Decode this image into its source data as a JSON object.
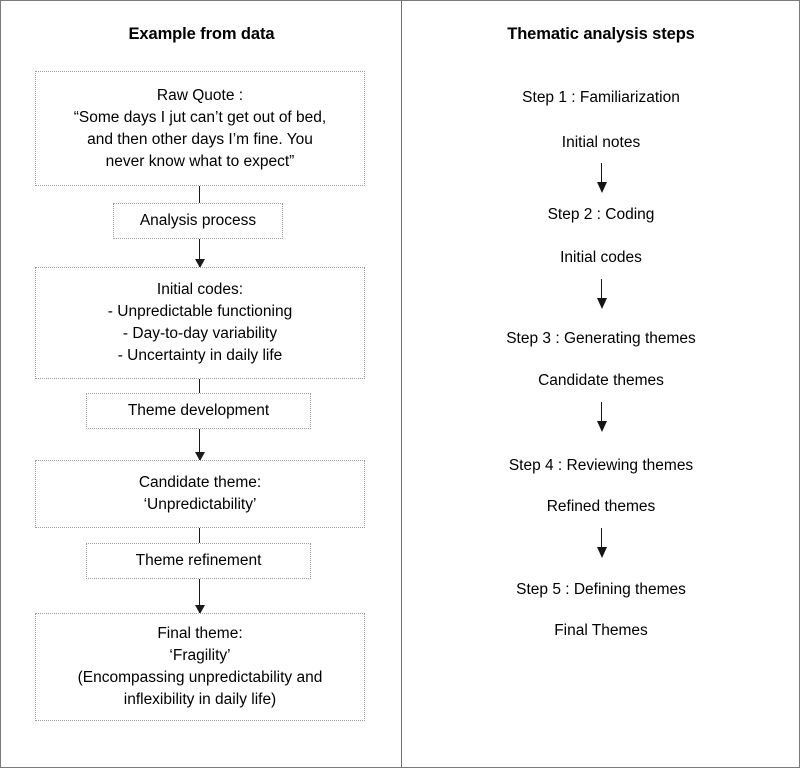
{
  "figure": {
    "left_panel": {
      "title": "Example from data",
      "boxes": [
        {
          "name": "raw-quote",
          "lines": [
            "Raw Quote :",
            "“Some days I jut can’t get out of bed,",
            "and then other days I’m fine. You",
            "never know what to expect”"
          ]
        },
        {
          "name": "analysis-process",
          "lines": [
            "Analysis process"
          ]
        },
        {
          "name": "initial-codes",
          "lines": [
            "Initial codes:",
            "-    Unpredictable functioning",
            "-    Day-to-day variability",
            "-    Uncertainty in daily life"
          ]
        },
        {
          "name": "theme-development",
          "lines": [
            "Theme development"
          ]
        },
        {
          "name": "candidate-theme",
          "lines": [
            "Candidate theme:",
            "‘Unpredictability’"
          ]
        },
        {
          "name": "theme-refinement",
          "lines": [
            "Theme refinement"
          ]
        },
        {
          "name": "final-theme",
          "lines": [
            "Final theme:",
            "‘Fragility’",
            "(Encompassing unpredictability and",
            "inflexibility in daily life)"
          ]
        }
      ]
    },
    "right_panel": {
      "title": "Thematic analysis steps",
      "steps": [
        {
          "label": "Step 1 : Familiarization",
          "output": "Initial notes"
        },
        {
          "label": "Step 2 : Coding",
          "output": "Initial codes"
        },
        {
          "label": "Step 3 : Generating themes",
          "output": "Candidate themes"
        },
        {
          "label": "Step 4 : Reviewing themes",
          "output": "Refined themes"
        },
        {
          "label": "Step 5 : Defining themes",
          "output": "Final Themes"
        }
      ]
    },
    "colors": {
      "frame_border": "#7a7a7a",
      "box_border": "#9a9a9a",
      "connector": "#1a1a1a",
      "text": "#000000",
      "background": "#ffffff"
    }
  }
}
